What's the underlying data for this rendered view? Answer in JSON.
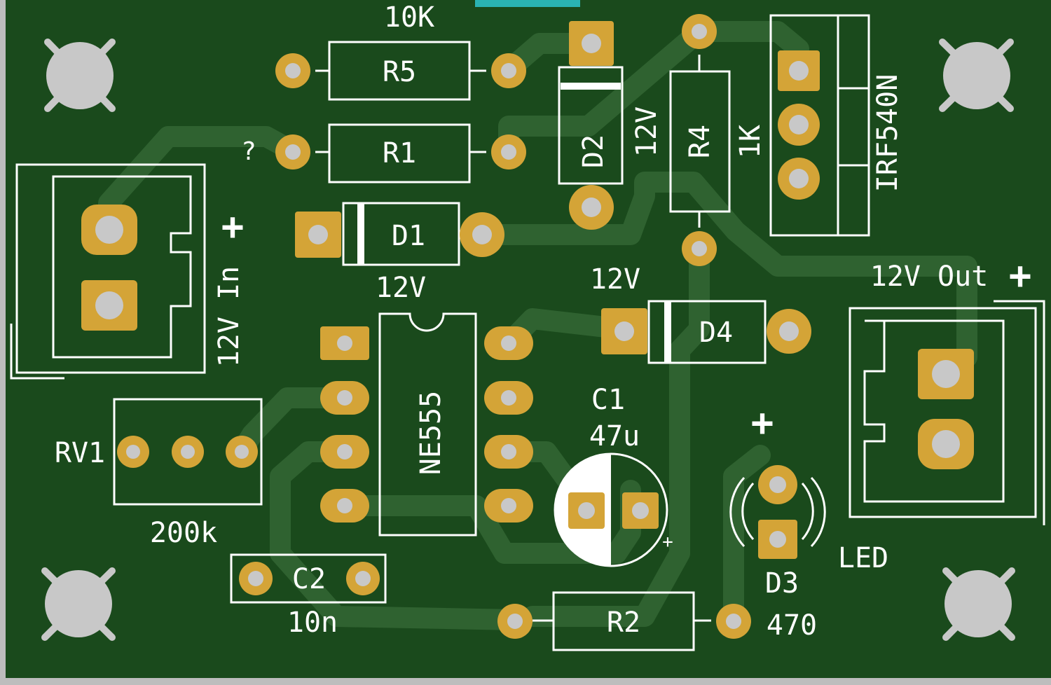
{
  "colors": {
    "board": "#1a4a1c",
    "trace": "#2f6230",
    "silk": "#ffffff",
    "pad": "#d4a437",
    "drill": "#c8c8c8",
    "frame": "#bdbdbd",
    "edge_accent": "#2ab3b3"
  },
  "labels": {
    "r5_value": "10K",
    "r5_ref": "R5",
    "r1_value": "?",
    "r1_ref": "R1",
    "d2_ref": "D2",
    "d2_value": "12V",
    "r4_ref": "R4",
    "r4_value": "1K",
    "q1_value": "IRF540N",
    "j1_plus": "+",
    "j1_label": "12V In",
    "d1_ref": "D1",
    "d1_value": "12V",
    "d4_value_top": "12V",
    "d4_ref": "D4",
    "j2_label": "12V Out",
    "j2_plus": "+",
    "u1_value": "NE555",
    "rv1_ref": "RV1",
    "rv1_value": "200k",
    "c1_ref": "C1",
    "c1_value": "47u",
    "c1_plus": "+",
    "d3_plus": "+",
    "d3_label": "LED",
    "d3_ref": "D3",
    "r2_value": "470",
    "c2_ref": "C2",
    "c2_value": "10n",
    "r2_ref": "R2"
  },
  "icons": {
    "mounting_hole": "mounting-hole-icon",
    "pad": "solder-pad-icon"
  }
}
